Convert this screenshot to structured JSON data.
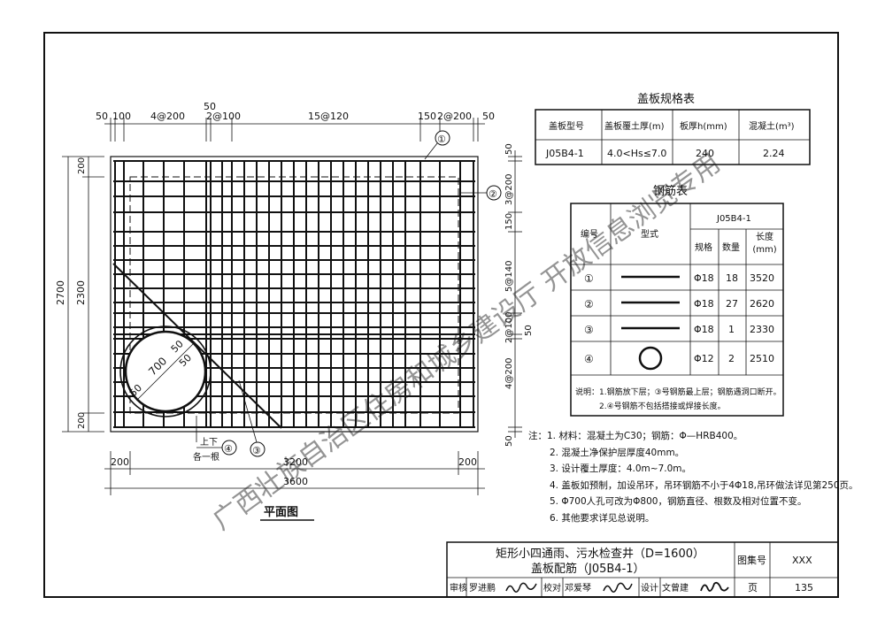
{
  "spec_table": {
    "title": "盖板规格表",
    "headers": [
      "盖板型号",
      "盖板覆土厚(m)",
      "板厚h(mm)",
      "混凝土(m³)"
    ],
    "row": [
      "J05B4-1",
      "4.0<Hs≤7.0",
      "240",
      "2.24"
    ]
  },
  "rebar_table": {
    "title": "钢筋表",
    "col_no": "编号",
    "col_shape": "型式",
    "group": "J05B4-1",
    "col_spec": "规格",
    "col_qty": "数量",
    "col_len": "长度\n(mm)",
    "rows": [
      {
        "no": "①",
        "spec": "Φ18",
        "qty": "18",
        "len": "3520"
      },
      {
        "no": "②",
        "spec": "Φ18",
        "qty": "27",
        "len": "2620"
      },
      {
        "no": "③",
        "spec": "Φ18",
        "qty": "1",
        "len": "2330"
      },
      {
        "no": "④",
        "spec": "Φ12",
        "qty": "2",
        "len": "2510"
      }
    ],
    "note_1": "说明：1.钢筋放下层；③号钢筋最上层；钢筋遇洞口断开。",
    "note_2": "2.④号钢筋不包括搭接或焊接长度。"
  },
  "notes": [
    "注：1. 材料：混凝土为C30；钢筋：Φ—HRB400。",
    "2. 混凝土净保护层厚度40mm。",
    "3. 设计覆土厚度：4.0m~7.0m。",
    "4. 盖板如预制，加设吊环，吊环钢筋不小于4Φ18,吊环做法详见第250页。",
    "5. Φ700人孔可改为Φ800，钢筋直径、根数及相对位置不变。",
    "6. 其他要求详见总说明。"
  ],
  "plan": {
    "caption": "平面图",
    "top_dims": [
      "50",
      "100",
      "4@200",
      "50",
      "2@100",
      "15@120",
      "150",
      "2@200",
      "50"
    ],
    "left_dims": [
      "2700",
      "2300",
      "200",
      "200"
    ],
    "right_dims": [
      "50",
      "3@200",
      "150",
      "5@140",
      "2@100",
      "50",
      "4@200",
      "50"
    ],
    "bottom_dims": [
      "200",
      "3200",
      "200",
      "3600"
    ],
    "hole_labels": [
      "700",
      "50",
      "50",
      "50"
    ],
    "callouts": [
      "①",
      "②",
      "③",
      "④"
    ],
    "callout_text_1": "上下",
    "callout_text_2": "各一根"
  },
  "title_block": {
    "title_line1": "矩形小四通雨、污水检查井（D=1600）",
    "title_line2": "盖板配筋（J05B4-1）",
    "atlas_label": "图集号",
    "atlas_value": "XXX",
    "page_label": "页",
    "page_value": "135",
    "review_label": "审核",
    "review_name": "罗进鹏",
    "check_label": "校对",
    "check_name": "邓爱琴",
    "design_label": "设计",
    "design_name": "文曾建"
  },
  "watermark": "广西壮族自治区住房和城乡建设厅 开放信息浏览专用"
}
